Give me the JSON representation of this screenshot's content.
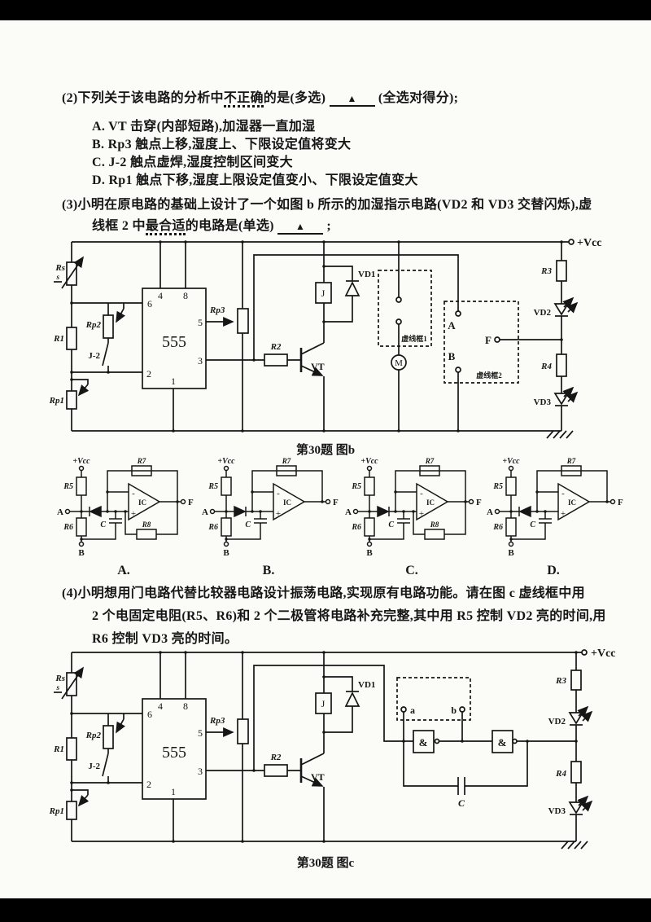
{
  "questions": {
    "q2": {
      "pre": "(2)下列关于该电路的分析中",
      "emphasis": "不正确",
      "mid": "的是(多选)",
      "blank_marker": "▲",
      "post": "(全选对得分);",
      "options": [
        "A. VT 击穿(内部短路),加湿器一直加湿",
        "B. Rp3 触点上移,湿度上、下限设定值将变大",
        "C. J-2 触点虚焊,湿度控制区间变大",
        "D. Rp1 触点下移,湿度上限设定值变小、下限设定值变大"
      ]
    },
    "q3": {
      "line1": "(3)小明在原电路的基础上设计了一个如图 b 所示的加湿指示电路(VD2 和 VD3 交替闪烁),虚",
      "line2_pre": "线框 2 中",
      "emphasis": "最合适",
      "line2_mid": "的电路是(单选)",
      "blank_marker": "▲",
      "line2_post": ";"
    },
    "q4": {
      "line1": "(4)小明想用门电路代替比较器电路设计振荡电路,实现原有电路功能。请在图 c 虚线框中用",
      "line2": "2 个电固定电阻(R5、R6)和 2 个二极管将电路补充完整,其中用 R5 控制 VD2 亮的时间,用",
      "line3": "R6 控制 VD3 亮的时间。"
    }
  },
  "figure_b": {
    "caption": "第30题 图b",
    "labels": {
      "vcc": "+Vcc",
      "rs": "Rs",
      "rs_s": "s",
      "r1": "R1",
      "rp2": "Rp2",
      "j2": "J-2",
      "rp1": "Rp1",
      "chip": "555",
      "p6": "6",
      "p4": "4",
      "p8": "8",
      "p5": "5",
      "p3": "3",
      "p2": "2",
      "p1": "1",
      "rp3": "Rp3",
      "r2": "R2",
      "vt": "VT",
      "relay": "J",
      "vd1": "VD1",
      "box1": "虚线框1",
      "motor": "M",
      "box2": "虚线框2",
      "term_a": "A",
      "term_b": "B",
      "term_f": "F",
      "r3": "R3",
      "vd2": "VD2",
      "r4": "R4",
      "vd3": "VD3"
    }
  },
  "answer_options": {
    "items": [
      {
        "label": "A.",
        "diode_cathode": "left",
        "has_r8": true
      },
      {
        "label": "B.",
        "diode_cathode": "right",
        "has_r8": false
      },
      {
        "label": "C.",
        "diode_cathode": "right",
        "has_r8": true
      },
      {
        "label": "D.",
        "diode_cathode": "left",
        "has_r8": false
      }
    ],
    "labels": {
      "vcc": "+Vcc",
      "r5": "R5",
      "r6": "R6",
      "r7": "R7",
      "r8": "R8",
      "a": "A",
      "b": "B",
      "f": "F",
      "c": "C",
      "ic": "IC",
      "minus": "-",
      "plus": "+"
    }
  },
  "figure_c": {
    "caption": "第30题 图c",
    "labels": {
      "vcc": "+Vcc",
      "rs": "Rs",
      "rs_s": "s",
      "r1": "R1",
      "rp2": "Rp2",
      "j2": "J-2",
      "rp1": "Rp1",
      "chip": "555",
      "p6": "6",
      "p4": "4",
      "p8": "8",
      "p5": "5",
      "p3": "3",
      "p2": "2",
      "p1": "1",
      "rp3": "Rp3",
      "r2": "R2",
      "vt": "VT",
      "relay": "J",
      "vd1": "VD1",
      "term_a": "a",
      "term_b": "b",
      "gate1": "&",
      "gate2": "&",
      "cap_c": "C",
      "r3": "R3",
      "vd2": "VD2",
      "r4": "R4",
      "vd3": "VD3"
    }
  }
}
